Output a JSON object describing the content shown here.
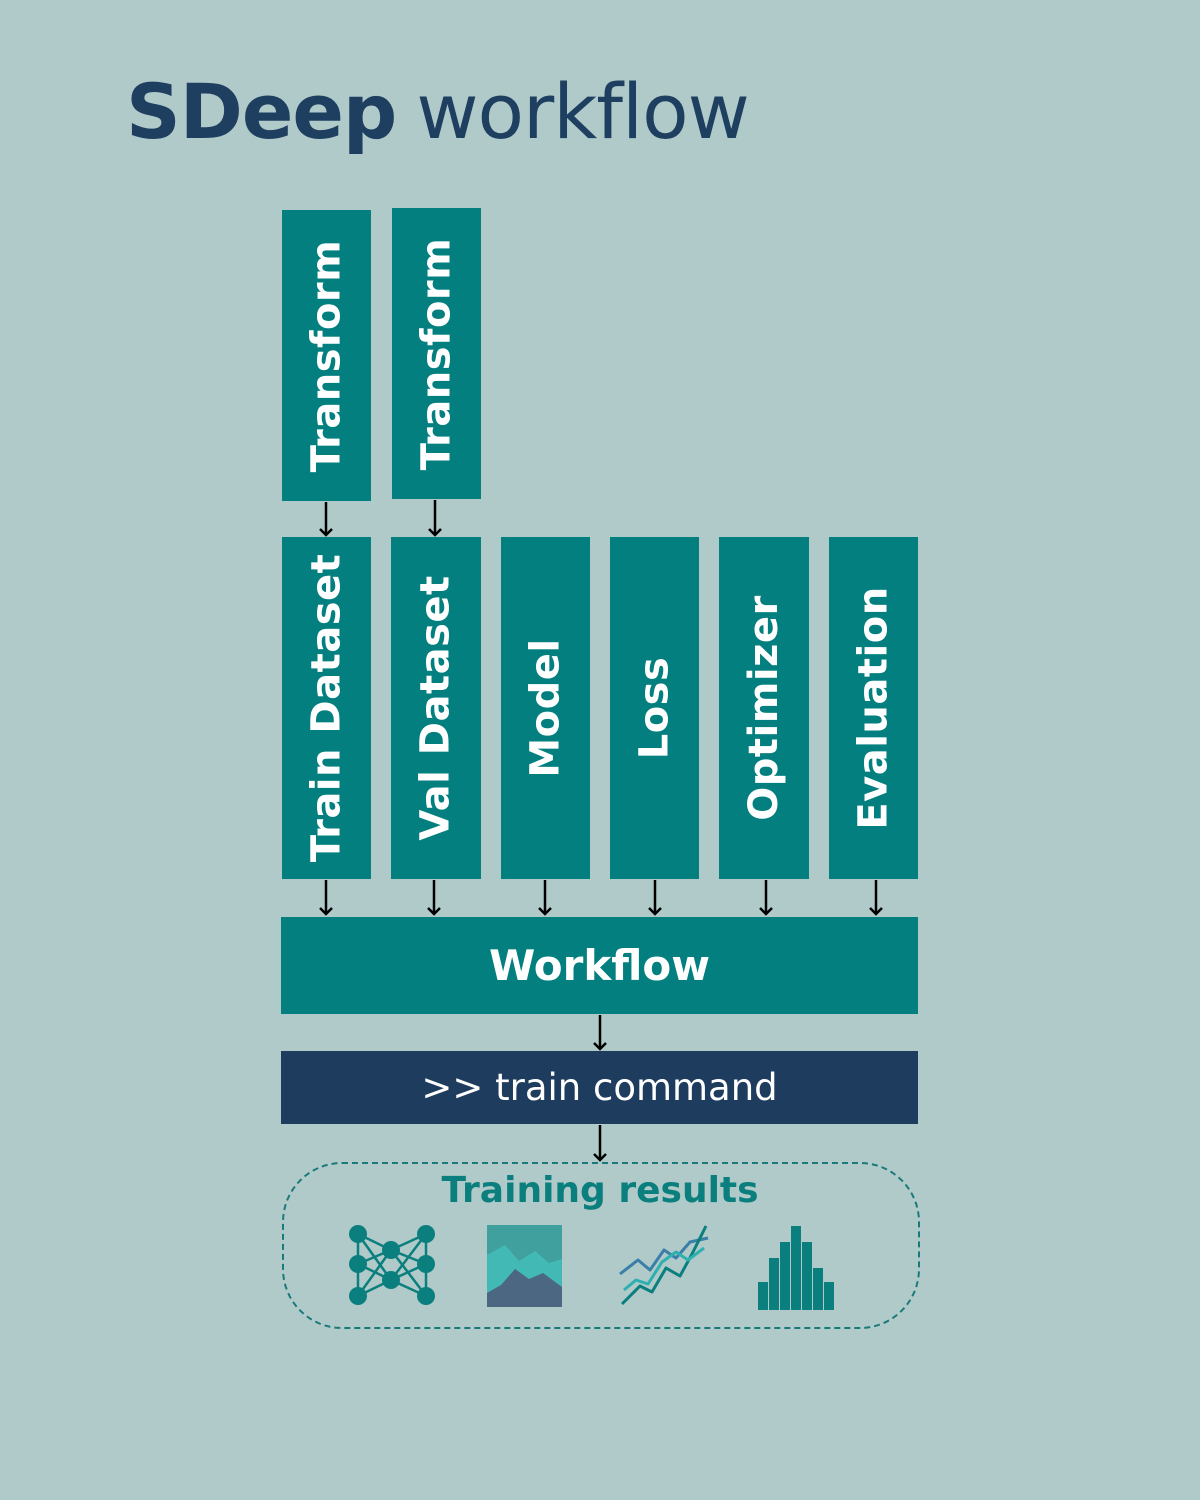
{
  "title": {
    "bold": "SDeep",
    "light": "workflow"
  },
  "transforms": [
    "Transform",
    "Transform"
  ],
  "components": [
    "Train Dataset",
    "Val Dataset",
    "Model",
    "Loss",
    "Optimizer",
    "Evaluation"
  ],
  "workflow_label": "Workflow",
  "command_label": ">> train command",
  "results": {
    "title": "Training results",
    "icons": [
      "neural-network-icon",
      "area-chart-icon",
      "line-chart-icon",
      "histogram-icon"
    ]
  },
  "colors": {
    "background": "#b0caca",
    "box": "#037f7f",
    "command": "#1e3c5e",
    "title": "#1e3f60"
  }
}
